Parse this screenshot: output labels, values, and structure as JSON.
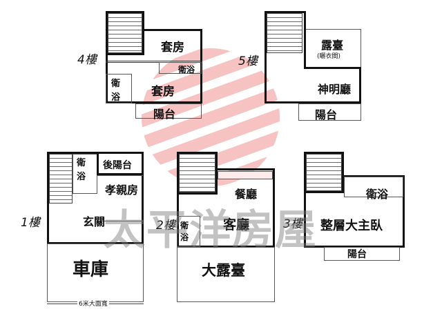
{
  "watermark": "太平洋房屋",
  "floor4": {
    "label": "4樓",
    "rooms": [
      "套房",
      "衛浴",
      "衛",
      "浴",
      "套房",
      "陽台"
    ]
  },
  "floor5": {
    "label": "5樓",
    "rooms": [
      "露臺",
      "(曬衣間)",
      "神明廳",
      "陽台"
    ]
  },
  "floor1": {
    "label": "1樓",
    "rooms": [
      "衛",
      "浴",
      "後陽台",
      "孝親房",
      "玄關",
      "車庫"
    ],
    "dimension": "6米大面寬"
  },
  "floor2": {
    "label": "2樓",
    "rooms": [
      "餐廳",
      "客廳",
      "衛",
      "浴",
      "大露臺"
    ]
  },
  "floor3": {
    "label": "3樓",
    "rooms": [
      "衛浴",
      "整層大主臥",
      "陽台"
    ]
  }
}
